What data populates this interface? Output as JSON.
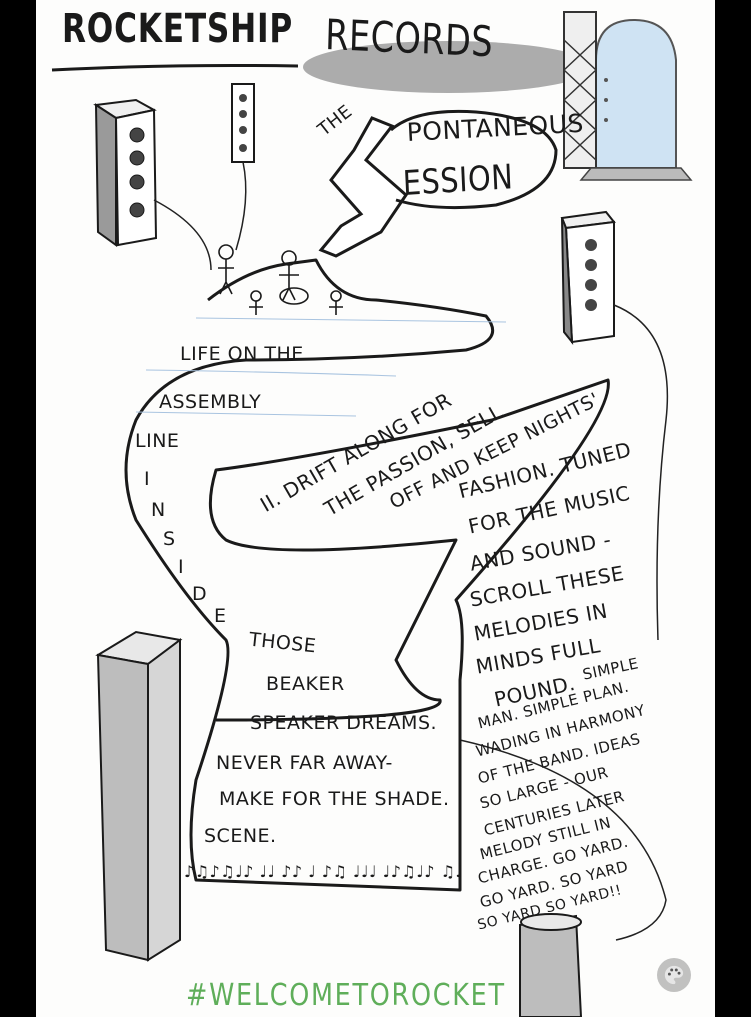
{
  "title": {
    "main": "ROCKETSHIP",
    "sub": "RECORDS"
  },
  "session": {
    "the": "THE",
    "line1": "PONTANEOUS",
    "line2": "ESSION"
  },
  "lyrics_left": [
    "LIFE ON THE",
    "ASSEMBLY",
    "LINE",
    "I",
    "N",
    "S",
    "I",
    "D",
    "E",
    "THOSE",
    "BEAKER",
    "SPEAKER DREAMS.",
    "NEVER FAR AWAY-",
    "MAKE FOR THE SHADE.",
    "SCENE."
  ],
  "lyrics_diagonal": [
    "II. DRIFT ALONG FOR",
    "THE PASSION, SELL",
    "OFF AND KEEP NIGHTS'"
  ],
  "lyrics_right_big": [
    "FASHION. TUNED",
    "FOR THE MUSIC",
    "AND SOUND -",
    "SCROLL THESE",
    "MELODIES IN",
    "MINDS FULL",
    "POUND."
  ],
  "lyrics_right_small": [
    "SIMPLE",
    "MAN. SIMPLE PLAN.",
    "WADING IN HARMONY",
    "OF THE BAND. IDEAS",
    "SO LARGE - OUR",
    "CENTURIES LATER",
    "MELODY STILL IN",
    "CHARGE. GO YARD.",
    "GO YARD. SO YARD",
    "SO YARD SO YARD!!"
  ],
  "notes_text": "♪♫♪♫♩♪ ♩♩ ♪♪ ♩ ♪♫ ♩♩♩ ♩♪♫♩♪ ♫♩",
  "hashtag": "#WELCOMETOROCKET",
  "colors": {
    "ink": "#1a1a1a",
    "hashtag_green": "#5fae5a",
    "speaker_gray": "#bdbdbd",
    "rocket_blue": "#cfe3f3"
  },
  "icons": {
    "corner": "palette-icon"
  }
}
